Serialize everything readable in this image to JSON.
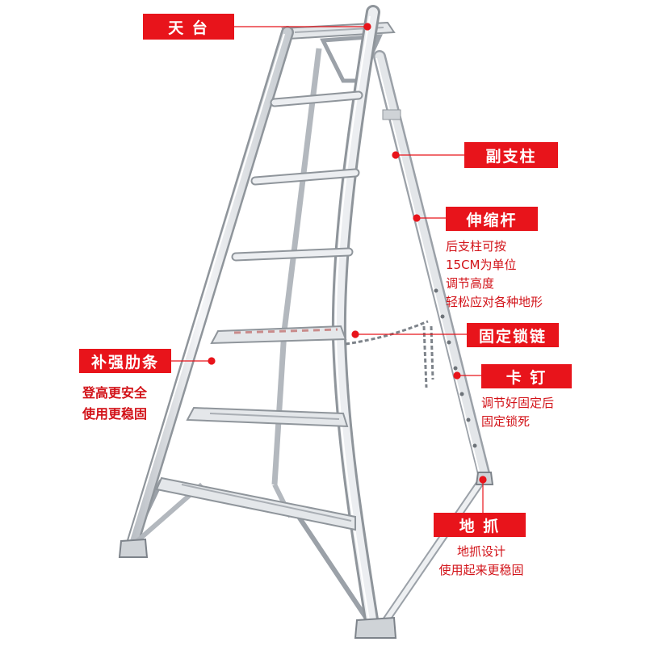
{
  "colors": {
    "accent": "#e8141b",
    "text_red": "#d21218",
    "metal": "#dfe2e6",
    "metal_edge": "#9ba1a8",
    "background": "#ffffff"
  },
  "labels": {
    "platform": "天 台",
    "aux_pillar": "副支柱",
    "telescopic_rod": "伸缩杆",
    "lock_chain": "固定锁链",
    "snap_pin": "卡 钉",
    "ground_claw": "地 抓",
    "rib": "补强肋条"
  },
  "notes": {
    "telescopic": [
      "后支柱可按",
      "15CM为单位",
      "调节高度",
      "轻松应对各种地形"
    ],
    "snap_pin": [
      "调节好固定后",
      "固定锁死"
    ],
    "ground_claw": [
      "地抓设计",
      "使用起来更稳固"
    ],
    "rib": [
      "登高更安全",
      "使用更稳固"
    ]
  }
}
